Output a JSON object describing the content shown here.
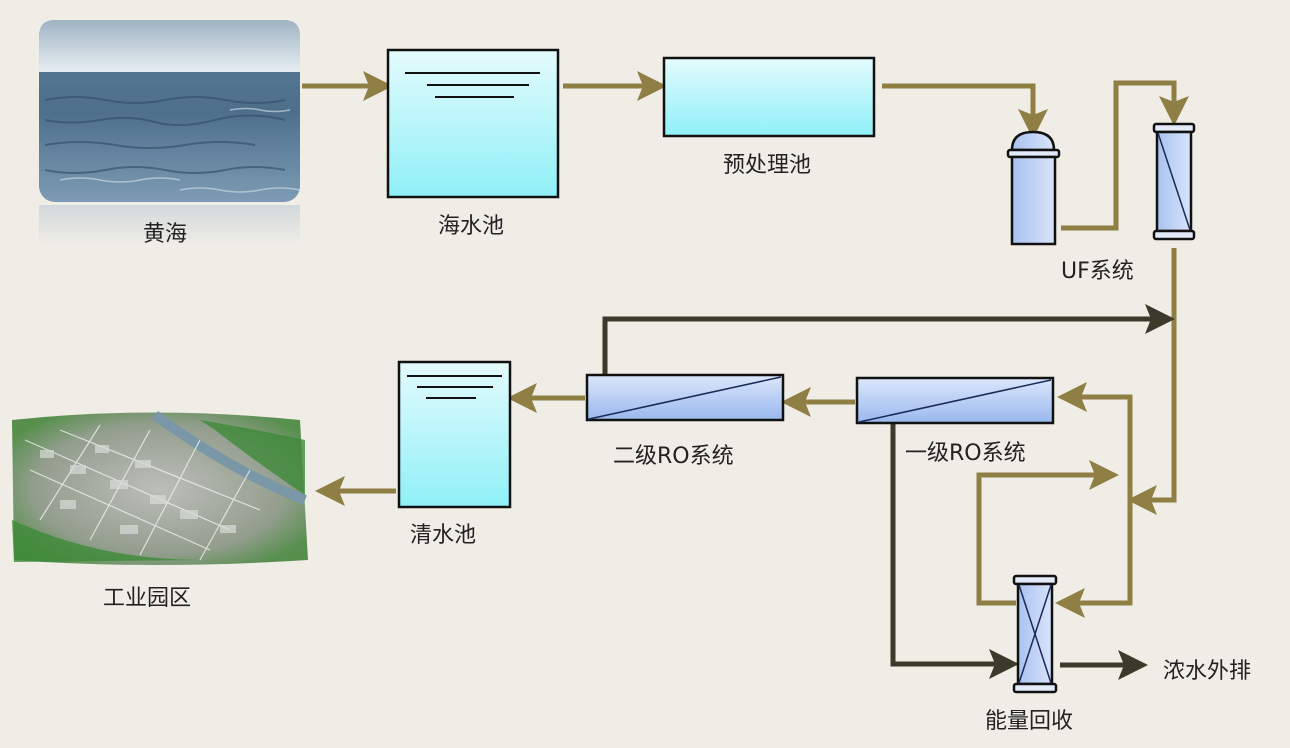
{
  "title": "海水淡化工艺流程",
  "nodes": {
    "sea": {
      "label": "黄海"
    },
    "seawater_tank": {
      "label": "海水池"
    },
    "pretreatment_tank": {
      "label": "预处理池"
    },
    "uf_system": {
      "label": "UF系统"
    },
    "ro_stage1": {
      "label": "一级RO系统"
    },
    "ro_stage2": {
      "label": "二级RO系统"
    },
    "clear_water_tank": {
      "label": "清水池"
    },
    "industrial_park": {
      "label": "工业园区"
    },
    "energy_recovery": {
      "label": "能量回收"
    },
    "brine_discharge": {
      "label": "浓水外排"
    }
  },
  "colors": {
    "background": "#efede6",
    "flow_pipe": "#8f7f45",
    "concentrate_pipe": "#3c3a2a",
    "tank_fill_top": "#e4fbfd",
    "tank_fill_bottom": "#8ff0f7",
    "membrane_fill_top": "#d9e6fb",
    "membrane_fill_bottom": "#99b8ee",
    "outline": "#111111"
  }
}
